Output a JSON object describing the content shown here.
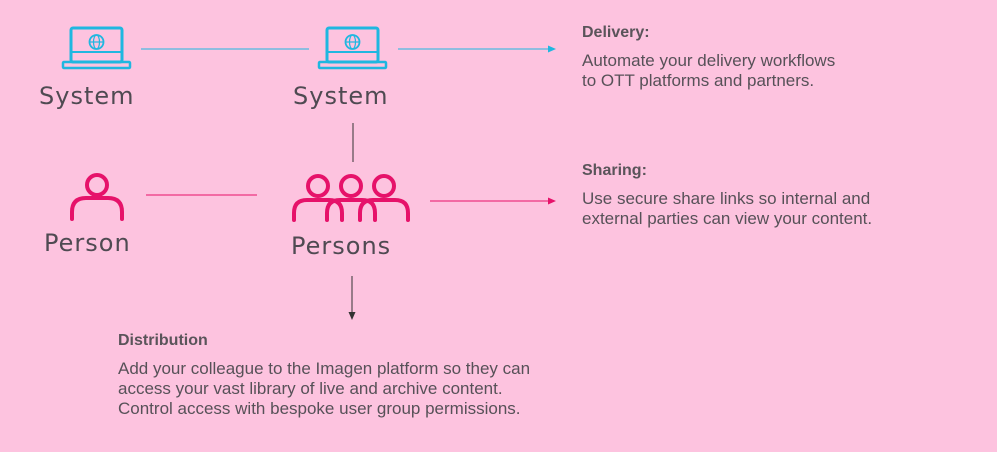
{
  "nodes": {
    "system_left": {
      "label": "System",
      "icon": "monitor-globe-icon"
    },
    "system_center": {
      "label": "System",
      "icon": "monitor-globe-icon"
    },
    "person": {
      "label": "Person",
      "icon": "person-icon"
    },
    "persons": {
      "label": "Persons",
      "icon": "group-persons-icon"
    }
  },
  "blocks": {
    "delivery": {
      "heading": "Delivery:",
      "lines": [
        "Automate your delivery workflows",
        "to OTT platforms and partners."
      ]
    },
    "sharing": {
      "heading": "Sharing:",
      "lines": [
        "Use secure share links so internal and",
        "external parties can view your content."
      ]
    },
    "distribution": {
      "heading": "Distribution",
      "lines": [
        "Add your colleague to the Imagen platform so they can",
        "access your vast library of live and archive content.",
        "Control access with bespoke user group permissions."
      ]
    }
  },
  "colors": {
    "background": "#FDC3DF",
    "system_blue": "#1FB7E0",
    "person_magenta": "#E6126A",
    "connector_dark": "#333333",
    "text_gray": "#575158"
  }
}
